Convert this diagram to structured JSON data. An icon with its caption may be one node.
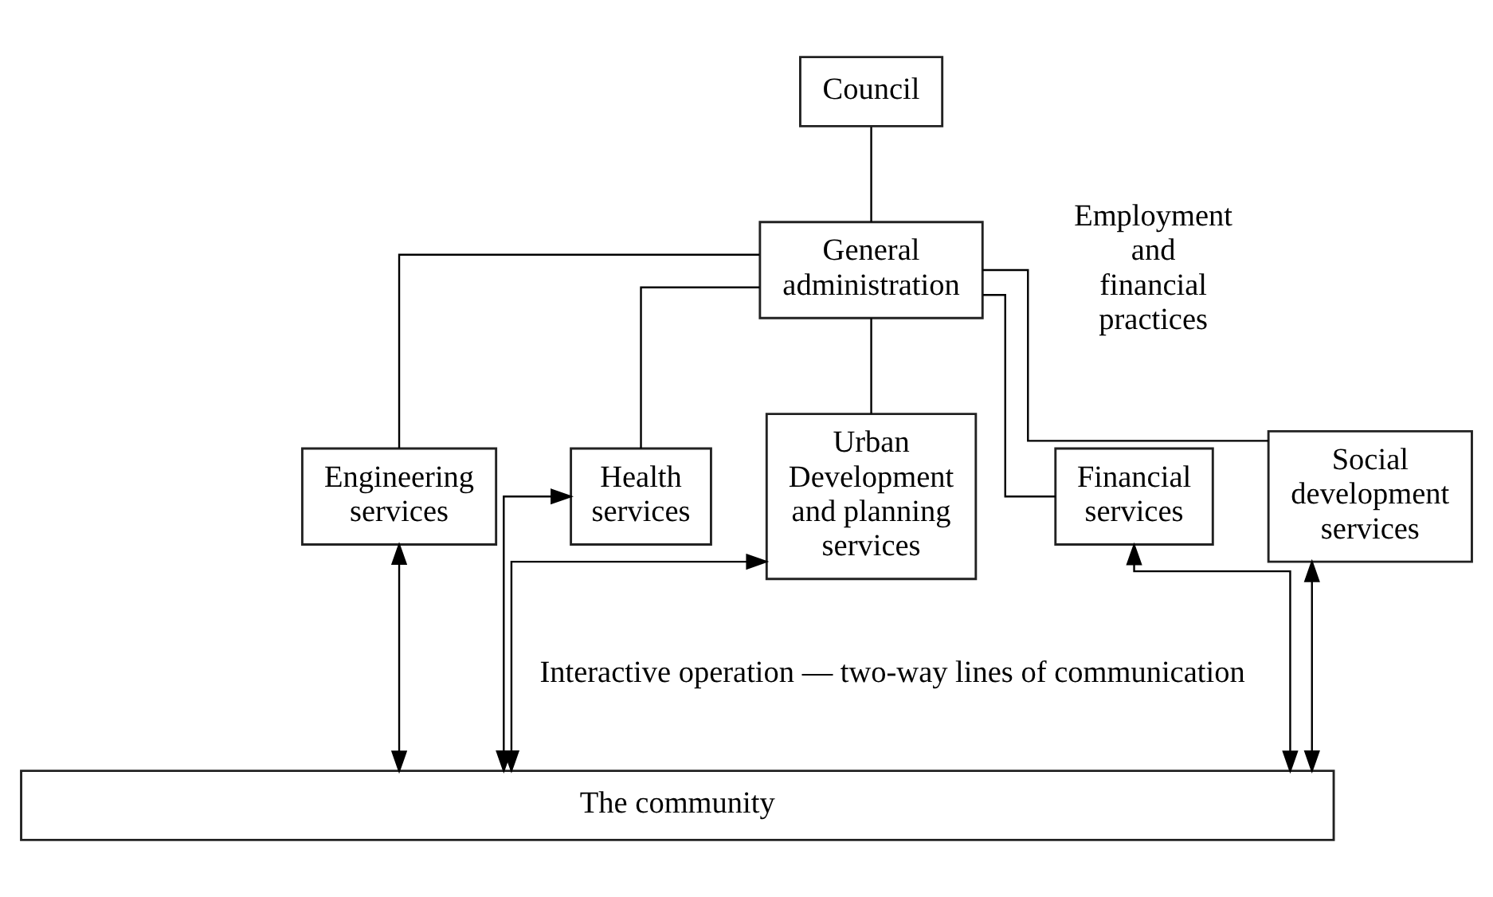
{
  "diagram": {
    "nodes": [
      {
        "text": [
          "Council"
        ]
      },
      {
        "text": [
          "General administration"
        ],
        "beside": [
          "Employment and financial practices"
        ]
      },
      {
        "text": [
          "Engineering services"
        ]
      },
      {
        "text": [
          "Health services"
        ]
      },
      {
        "text": [
          "Urban Development and planning services"
        ]
      },
      {
        "text": [
          "Financial services"
        ]
      },
      {
        "text": [
          "Social development services"
        ]
      },
      {
        "text": [
          "The community"
        ]
      }
    ],
    "edges": [
      {
        "from": 0,
        "to": 1,
        "arrow": "none"
      },
      {
        "from": 1,
        "to": 2,
        "arrow": "none"
      },
      {
        "from": 1,
        "to": 3,
        "arrow": "none"
      },
      {
        "from": 1,
        "to": 4,
        "arrow": "none"
      },
      {
        "from": 1,
        "to": 5,
        "arrow": "none"
      },
      {
        "from": 1,
        "to": 6,
        "arrow": "none"
      },
      {
        "from": 2,
        "to": 7,
        "arrow": "both"
      },
      {
        "from": 3,
        "to": 7,
        "arrow": "both"
      },
      {
        "from": 4,
        "to": 7,
        "arrow": "both"
      },
      {
        "from": 5,
        "to": 7,
        "arrow": "both"
      },
      {
        "from": 6,
        "to": 7,
        "arrow": "both"
      }
    ],
    "labels": [
      "Interactive operation — two-way lines of communication"
    ]
  }
}
